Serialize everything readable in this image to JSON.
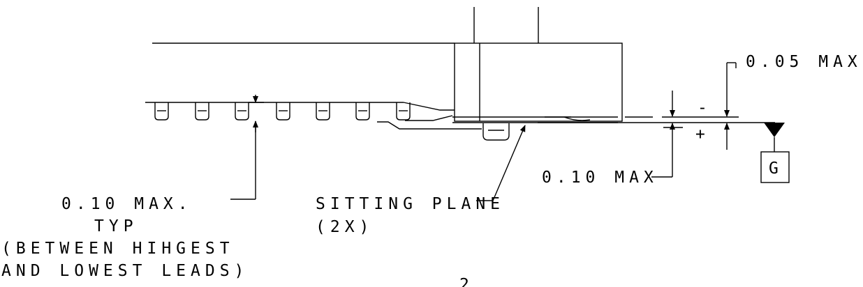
{
  "annotations": {
    "max_005": "0.05 MAX",
    "max_010_right": "0.10 MAX",
    "max_010_typ_line1": "0.10 MAX.",
    "max_010_typ_line2": "TYP",
    "max_010_typ_line3": "(BETWEEN HIHGEST",
    "max_010_typ_line4": "AND LOWEST LEADS)",
    "sitting_plane_line1": "SITTING PLANE",
    "sitting_plane_line2": "(2X)",
    "minus_sign": "-",
    "plus_sign": "+",
    "datum_label": "G",
    "page_mark": "2"
  }
}
